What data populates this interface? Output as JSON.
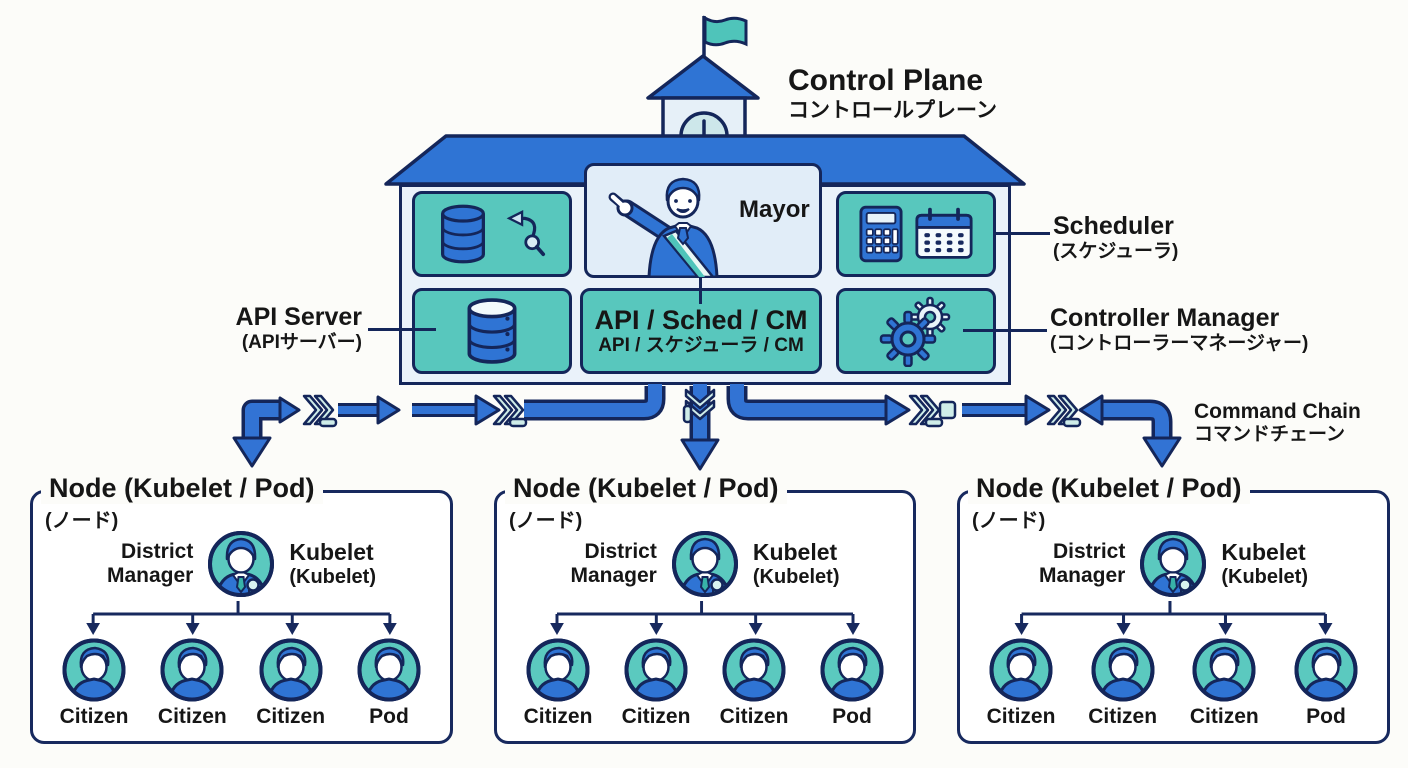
{
  "building": {
    "title": "Control Plane",
    "title_ja": "コントロールプレーン",
    "mayor_label": "Mayor",
    "api_cell": {
      "line1": "API / Sched / CM",
      "line2": "API / スケジューラ / CM"
    }
  },
  "side_labels": {
    "api_server": {
      "en": "API Server",
      "ja": "(APIサーバー)"
    },
    "scheduler": {
      "en": "Scheduler",
      "ja": "(スケジューラ)"
    },
    "controller_manager": {
      "en": "Controller Manager",
      "ja": "(コントローラーマネージャー)"
    },
    "command_chain": {
      "en": "Command Chain",
      "ja": "コマンドチェーン"
    }
  },
  "nodes": [
    {
      "title": "Node (Kubelet / Pod)",
      "title_ja": "(ノード)",
      "manager_line1": "District",
      "manager_line2": "Manager",
      "kubelet_en": "Kubelet",
      "kubelet_ja": "(Kubelet)",
      "members": [
        "Citizen",
        "Citizen",
        "Citizen",
        "Pod"
      ]
    },
    {
      "title": "Node (Kubelet / Pod)",
      "title_ja": "(ノード)",
      "manager_line1": "District",
      "manager_line2": "Manager",
      "kubelet_en": "Kubelet",
      "kubelet_ja": "(Kubelet)",
      "members": [
        "Citizen",
        "Citizen",
        "Citizen",
        "Pod"
      ]
    },
    {
      "title": "Node (Kubelet / Pod)",
      "title_ja": "(ノード)",
      "manager_line1": "District",
      "manager_line2": "Manager",
      "kubelet_en": "Kubelet",
      "kubelet_ja": "(Kubelet)",
      "members": [
        "Citizen",
        "Citizen",
        "Citizen",
        "Pod"
      ]
    }
  ],
  "colors": {
    "teal": "#58C7BD",
    "blue": "#3273D4",
    "navy": "#14265A",
    "wall_light": "#EAF2FA",
    "mayor_cell": "#E1EDF8",
    "chevron_light": "#CFEDE9",
    "background": "#FCFCF9"
  }
}
